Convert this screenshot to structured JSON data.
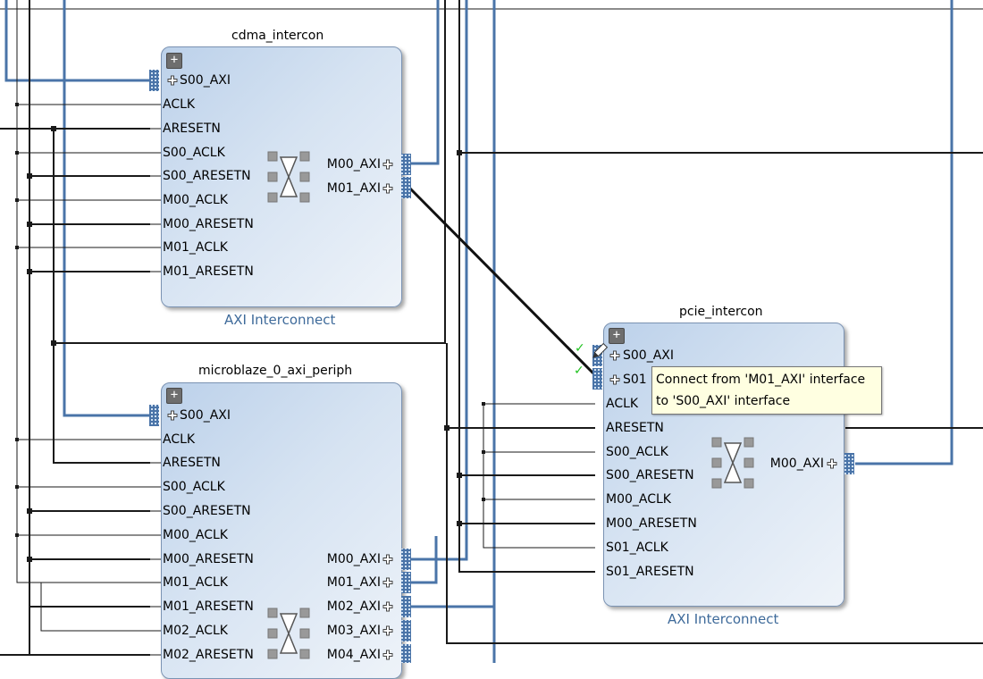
{
  "blocks": {
    "cdma": {
      "name": "cdma_intercon",
      "type": "AXI Interconnect",
      "ports_in": [
        "S00_AXI",
        "ACLK",
        "ARESETN",
        "S00_ACLK",
        "S00_ARESETN",
        "M00_ACLK",
        "M00_ARESETN",
        "M01_ACLK",
        "M01_ARESETN"
      ],
      "ports_out": [
        "M00_AXI",
        "M01_AXI"
      ]
    },
    "mb": {
      "name": "microblaze_0_axi_periph",
      "ports_in": [
        "S00_AXI",
        "ACLK",
        "ARESETN",
        "S00_ACLK",
        "S00_ARESETN",
        "M00_ACLK",
        "M00_ARESETN",
        "M01_ACLK",
        "M01_ARESETN",
        "M02_ACLK",
        "M02_ARESETN"
      ],
      "ports_out": [
        "M00_AXI",
        "M01_AXI",
        "M02_AXI",
        "M03_AXI",
        "M04_AXI"
      ]
    },
    "pcie": {
      "name": "pcie_intercon",
      "type": "AXI Interconnect",
      "ports_in": [
        "S00_AXI",
        "S01",
        "ACLK",
        "ARESETN",
        "S00_ACLK",
        "S00_ARESETN",
        "M00_ACLK",
        "M00_ARESETN",
        "S01_ACLK",
        "S01_ARESETN"
      ],
      "ports_out": [
        "M00_AXI"
      ]
    }
  },
  "tooltip": {
    "line1": "Connect from 'M01_AXI' interface",
    "line2": "to 'S00_AXI' interface"
  },
  "colors": {
    "bus": "#4a74a8",
    "wire": "#1a1a1a",
    "block_border": "#7b93b3",
    "type_text": "#3e6a9a",
    "check": "#22c322"
  },
  "icons": [
    "expand-plus-icon",
    "interface-plus-icon",
    "crossbar-icon",
    "pencil-cursor-icon",
    "check-icon"
  ]
}
